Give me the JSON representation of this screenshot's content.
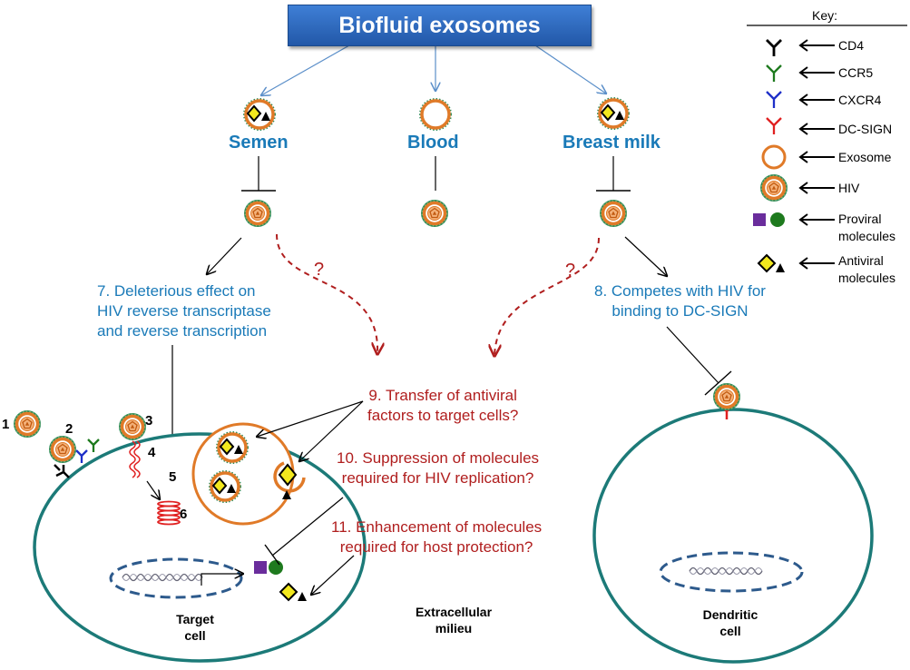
{
  "title": "Biofluid exosomes",
  "sources": {
    "semen": "Semen",
    "blood": "Blood",
    "breast_milk": "Breast milk"
  },
  "effects": {
    "e7": [
      "7. Deleterious effect on",
      "HIV reverse transcriptase",
      "and reverse transcription"
    ],
    "e8": [
      "8. Competes with HIV for",
      "binding to DC-SIGN"
    ],
    "e9": [
      "9. Transfer of antiviral",
      "factors to target cells?"
    ],
    "e10": [
      "10. Suppression of molecules",
      "required for HIV replication?"
    ],
    "e11": [
      "11. Enhancement of molecules",
      "required for host protection?"
    ]
  },
  "question_mark": "?",
  "steps": [
    "1",
    "2",
    "3",
    "4",
    "5",
    "6"
  ],
  "cells": {
    "target": [
      "Target",
      "cell"
    ],
    "extracellular": [
      "Extracellular",
      "milieu"
    ],
    "dendritic": [
      "Dendritic",
      "cell"
    ]
  },
  "key": {
    "title": "Key:",
    "items": [
      {
        "label": "CD4",
        "icon": "cd4-receptor-icon",
        "color": "#000000"
      },
      {
        "label": "CCR5",
        "icon": "ccr5-receptor-icon",
        "color": "#1e7a1e"
      },
      {
        "label": "CXCR4",
        "icon": "cxcr4-receptor-icon",
        "color": "#1e2fc8"
      },
      {
        "label": "DC-SIGN",
        "icon": "dc-sign-receptor-icon",
        "color": "#e02020"
      },
      {
        "label": "Exosome",
        "icon": "exosome-icon",
        "color": "#e07a28"
      },
      {
        "label": "HIV",
        "icon": "hiv-icon",
        "color": "#e07a28"
      },
      {
        "label": "Proviral\nmolecules",
        "lines": [
          "Proviral",
          "molecules"
        ],
        "icon": "proviral-molecules-icon"
      },
      {
        "label": "Antiviral\nmolecules",
        "lines": [
          "Antiviral",
          "molecules"
        ],
        "icon": "antiviral-molecules-icon"
      }
    ]
  },
  "colors": {
    "title_blue": "#2a66bd",
    "text_blue": "#1a7ab8",
    "text_red": "#b01e1e",
    "cell_border": "#1c7a78",
    "exosome_orange": "#e07a28",
    "proviral_purple": "#6a2d9c",
    "proviral_green": "#1e7a1e",
    "antiviral_yellow": "#f2e81e"
  }
}
